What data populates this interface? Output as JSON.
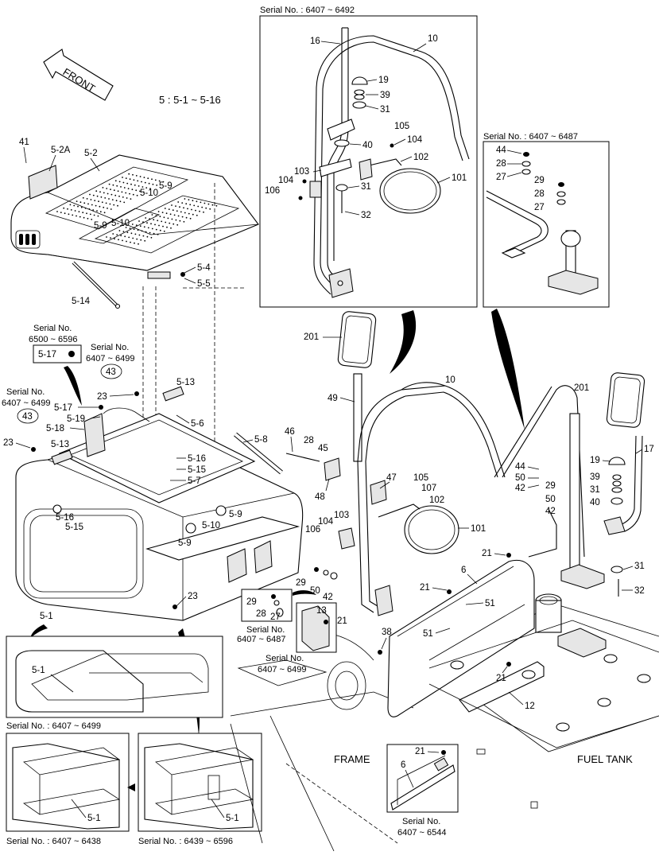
{
  "header": {
    "front_label": "FRONT",
    "group_note": "5 : 5-1 ~ 5-16"
  },
  "insets": {
    "mirror_upper": {
      "serial": "Serial No. : 6407 ~ 6492"
    },
    "handrail": {
      "serial": "Serial No. : 6407 ~ 6487"
    },
    "frame_a": {
      "serial": "Serial No. : 6407 ~ 6499"
    },
    "frame_b": {
      "serial": "Serial No. : 6407 ~ 6438"
    },
    "frame_c": {
      "serial": "Serial No. : 6439 ~ 6596"
    },
    "fuel_bracket": {
      "serial_line1": "Serial No.",
      "serial_line2": "6407 ~ 6544"
    }
  },
  "serial_notes": {
    "s_6500_6596": {
      "line1": "Serial No.",
      "line2": "6500 ~ 6596"
    },
    "s_6407_6499_a": {
      "line1": "Serial No.",
      "line2": "6407 ~ 6499"
    },
    "s_6407_6499_b": {
      "line1": "Serial No.",
      "line2": "6407 ~ 6499"
    },
    "s_6407_6487": {
      "line1": "Serial No.",
      "line2": "6407 ~ 6487"
    },
    "s_6407_6499_c": {
      "line1": "Serial No.",
      "line2": "6407 ~ 6499"
    }
  },
  "area_labels": {
    "frame": "FRAME",
    "fuel_tank": "FUEL TANK"
  },
  "callouts": {
    "c41": "41",
    "c5_2A": "5-2A",
    "c5_2": "5-2",
    "c5_9a": "5-9",
    "c5_10a": "5-10",
    "c5_9b": "5-9",
    "c5_10b": "5-10",
    "c5_14": "5-14",
    "c5_4": "5-4",
    "c5_5": "5-5",
    "c5_17a": "5-17",
    "c43a": "43",
    "c43b": "43",
    "c23a": "23",
    "c23b": "23",
    "c5_17b": "5-17",
    "c5_19": "5-19",
    "c5_18": "5-18",
    "c5_13a": "5-13",
    "c5_13b": "5-13",
    "c5_6": "5-6",
    "c5_16a": "5-16",
    "c5_15a": "5-15",
    "c5_7": "5-7",
    "c5_8": "5-8",
    "c5_16b": "5-16",
    "c5_15b": "5-15",
    "c5_9c": "5-9",
    "c5_10c": "5-10",
    "c5_9d": "5-9",
    "c23c": "23",
    "c5_1a": "5-1",
    "c5_1b": "5-1",
    "c5_1c": "5-1",
    "c5_1d": "5-1",
    "m16": "16",
    "m10": "10",
    "m19": "19",
    "m39": "39",
    "m31": "31",
    "m40": "40",
    "m105": "105",
    "m104a": "104",
    "m102": "102",
    "m103": "103",
    "m104b": "104",
    "m106": "106",
    "m31b": "31",
    "m101": "101",
    "m32": "32",
    "h44": "44",
    "h28": "28",
    "h27": "27",
    "h29": "29",
    "h28b": "28",
    "h27b": "27",
    "r201a": "201",
    "r49": "49",
    "r10": "10",
    "r46": "46",
    "r28": "28",
    "r45": "45",
    "r48": "48",
    "r47": "47",
    "r105": "105",
    "r107": "107",
    "r102": "102",
    "r103": "103",
    "r104": "104",
    "r106": "106",
    "r101": "101",
    "r201b": "201",
    "r17": "17",
    "r44": "44",
    "r50": "50",
    "r42": "42",
    "r29": "29",
    "r50b": "50",
    "r42b": "42",
    "r19": "19",
    "r39": "39",
    "r31": "31",
    "r40": "40",
    "r31b": "31",
    "r32": "32",
    "r21a": "21",
    "r6": "6",
    "r21b": "21",
    "r51a": "51",
    "r51b": "51",
    "r21c": "21",
    "r12": "12",
    "r38": "38",
    "r13": "13",
    "r21d": "21",
    "r29b": "29",
    "r50c": "50",
    "r42c": "42",
    "r29c": "29",
    "r28c": "28",
    "r27c": "27",
    "r21e": "21",
    "r6b": "6"
  },
  "colors": {
    "line": "#000000",
    "fill": "#ffffff",
    "shade": "#e6e6e6"
  }
}
